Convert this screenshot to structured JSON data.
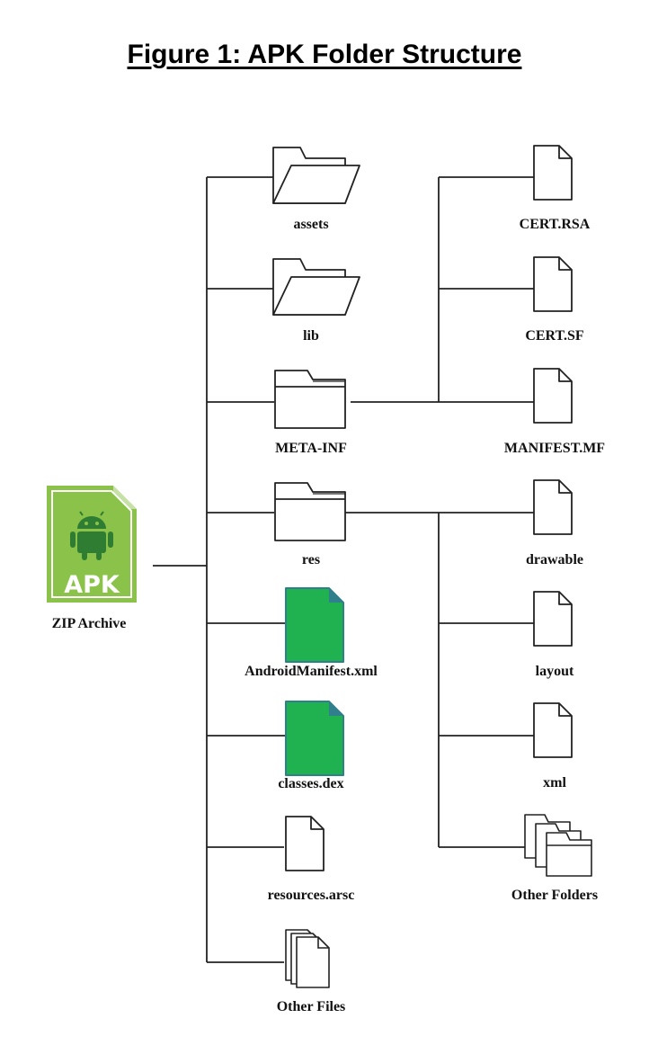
{
  "title": "Figure 1: APK Folder Structure",
  "colors": {
    "android_green": "#8bc34a",
    "file_green": "#20b150",
    "file_outline": "#2f7f8c",
    "line": "#222222"
  },
  "root": {
    "badge_text": "APK",
    "label": "ZIP Archive",
    "icon": "apk-file-icon"
  },
  "level1": [
    {
      "label": "assets",
      "icon": "open-folder-icon"
    },
    {
      "label": "lib",
      "icon": "open-folder-icon"
    },
    {
      "label": "META-INF",
      "icon": "closed-folder-icon"
    },
    {
      "label": "res",
      "icon": "closed-folder-icon"
    },
    {
      "label": "AndroidManifest.xml",
      "icon": "green-file-icon"
    },
    {
      "label": "classes.dex",
      "icon": "green-file-icon"
    },
    {
      "label": "resources.arsc",
      "icon": "file-icon"
    },
    {
      "label": "Other Files",
      "icon": "stacked-files-icon"
    }
  ],
  "meta_inf_children": [
    {
      "label": "CERT.RSA",
      "icon": "file-icon"
    },
    {
      "label": "CERT.SF",
      "icon": "file-icon"
    },
    {
      "label": "MANIFEST.MF",
      "icon": "file-icon"
    }
  ],
  "res_children": [
    {
      "label": "drawable",
      "icon": "file-icon"
    },
    {
      "label": "layout",
      "icon": "file-icon"
    },
    {
      "label": "xml",
      "icon": "file-icon"
    },
    {
      "label": "Other Folders",
      "icon": "stacked-folders-icon"
    }
  ]
}
